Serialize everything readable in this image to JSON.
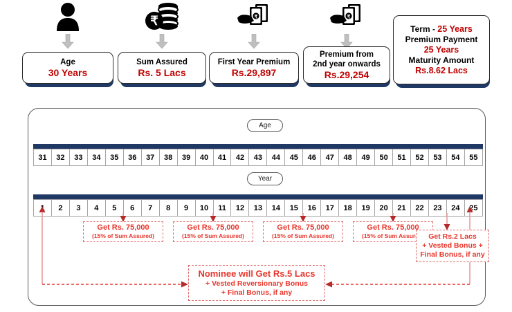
{
  "summary_cards": [
    {
      "icon": "person-icon",
      "label": "Age",
      "value": "30 Years"
    },
    {
      "icon": "rupee-coins-icon",
      "label": "Sum Assured",
      "value": "Rs. 5 Lacs"
    },
    {
      "icon": "cash-in-hand-icon",
      "label": "First Year Premium",
      "value": "Rs.29,897"
    },
    {
      "icon": "cash-in-hand-icon",
      "label_line1": "Premium from",
      "label_line2": "2nd year onwards",
      "value": "Rs.29,254"
    }
  ],
  "terms_card": {
    "line1_label": "Term  - ",
    "line1_value": "25 Years",
    "line2_label": "Premium Payment",
    "line3_value": "25 Years",
    "line4_label": "Maturity Amount",
    "line5_value": "Rs.8.62 Lacs"
  },
  "timeline": {
    "age_pill": "Age",
    "year_pill": "Year",
    "age_values": [
      "31",
      "32",
      "33",
      "34",
      "35",
      "36",
      "37",
      "38",
      "39",
      "40",
      "41",
      "42",
      "43",
      "44",
      "45",
      "46",
      "47",
      "48",
      "49",
      "50",
      "51",
      "52",
      "53",
      "54",
      "55"
    ],
    "year_values": [
      "1",
      "2",
      "3",
      "4",
      "5",
      "6",
      "7",
      "8",
      "9",
      "10",
      "11",
      "12",
      "13",
      "14",
      "15",
      "16",
      "17",
      "18",
      "19",
      "20",
      "21",
      "22",
      "23",
      "24",
      "25"
    ]
  },
  "payouts": [
    {
      "at_year": "5",
      "main": "Get Rs. 75,000",
      "sub": "(15% of Sum Assured)"
    },
    {
      "at_year": "10",
      "main": "Get Rs. 75,000",
      "sub": "(15% of Sum Assured)"
    },
    {
      "at_year": "15",
      "main": "Get Rs. 75,000",
      "sub": "(15% of Sum Assured)"
    },
    {
      "at_year": "20",
      "main": "Get Rs. 75,000",
      "sub": "(15% of Sum Assured)"
    }
  ],
  "maturity_box": {
    "line1": "Get Rs.2 Lacs",
    "line2": "+ Vested Bonus +",
    "line3": "Final Bonus, if any"
  },
  "nominee_box": {
    "line1": "Nominee will Get Rs.5 Lacs",
    "line2": "+ Vested Reversionary Bonus",
    "line3": "+ Final Bonus, if any"
  },
  "colors": {
    "navy": "#1f3864",
    "red_value": "#c00000",
    "red_callout": "#e8352b",
    "card_border": "#2b2b2b",
    "cell_border": "#a6a6a6",
    "arrow_gray": "#bfbfbf"
  }
}
